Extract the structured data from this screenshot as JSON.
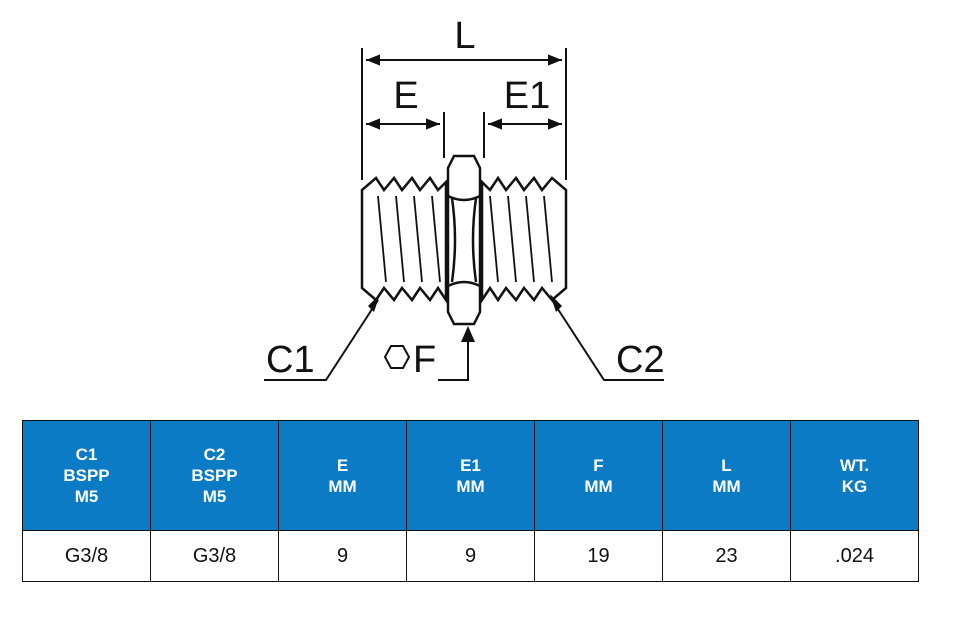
{
  "diagram": {
    "labels": {
      "L": "L",
      "E": "E",
      "E1": "E1",
      "C1": "C1",
      "C2": "C2",
      "F": "F"
    },
    "icons": [
      "hexagon-icon"
    ]
  },
  "table": {
    "headers": [
      [
        "C1",
        "BSPP",
        "M5"
      ],
      [
        "C2",
        "BSPP",
        "M5"
      ],
      [
        "E",
        "MM"
      ],
      [
        "E1",
        "MM"
      ],
      [
        "F",
        "MM"
      ],
      [
        "L",
        "MM"
      ],
      [
        "WT.",
        "KG"
      ]
    ],
    "row": [
      "G3/8",
      "G3/8",
      "9",
      "9",
      "19",
      "23",
      ".024"
    ]
  },
  "colors": {
    "header_bg": "#0a7bc4",
    "header_text": "#ffffff",
    "line": "#111111"
  }
}
